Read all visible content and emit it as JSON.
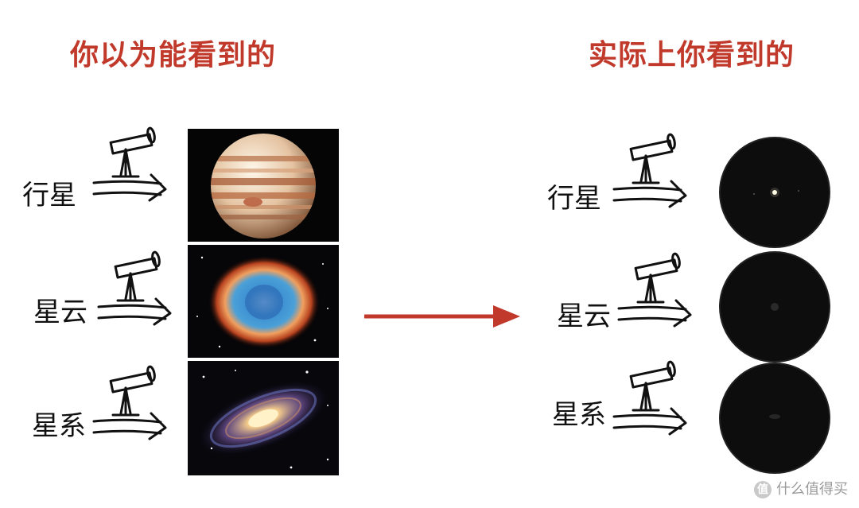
{
  "left": {
    "heading": "你以为能看到的",
    "rows": [
      {
        "label": "行星",
        "object": "planet"
      },
      {
        "label": "星云",
        "object": "nebula"
      },
      {
        "label": "星系",
        "object": "galaxy"
      }
    ]
  },
  "right": {
    "heading": "实际上你看到的",
    "rows": [
      {
        "label": "行星",
        "object": "planet-eyepiece"
      },
      {
        "label": "星云",
        "object": "nebula-eyepiece"
      },
      {
        "label": "星系",
        "object": "galaxy-eyepiece"
      }
    ]
  },
  "colors": {
    "accent": "#c0392b",
    "ink": "#111111"
  },
  "watermark": {
    "logo": "值",
    "text": "什么值得买"
  }
}
